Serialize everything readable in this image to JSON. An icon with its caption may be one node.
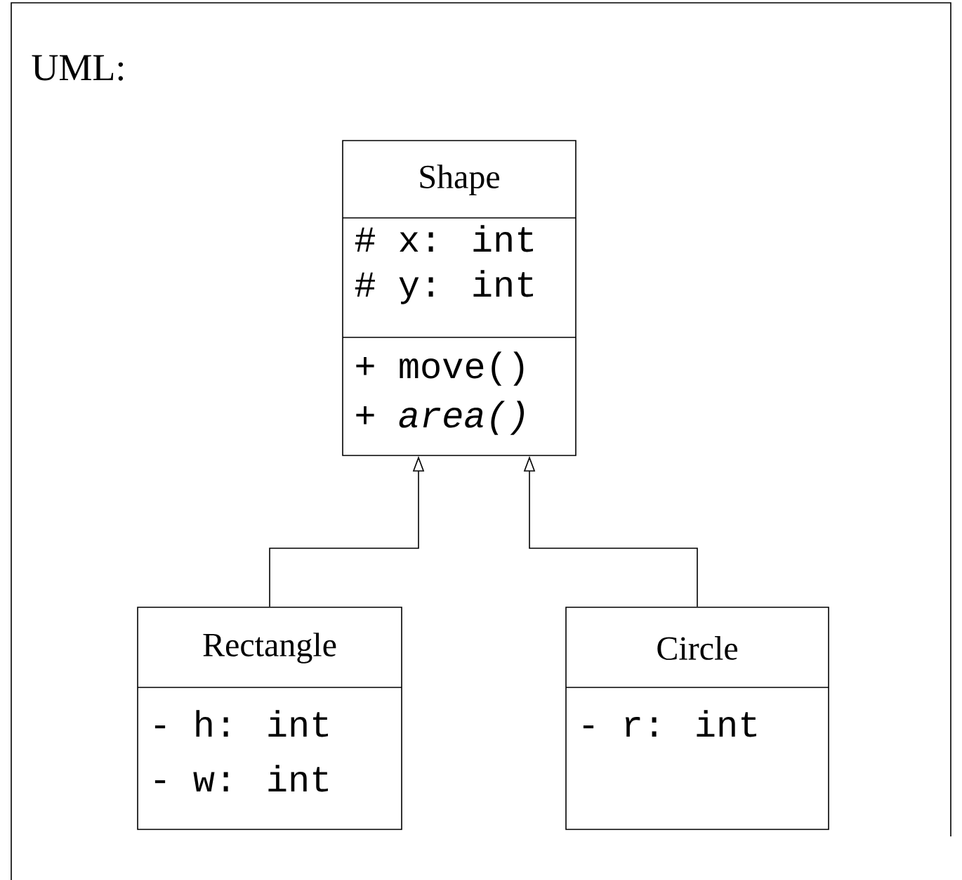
{
  "diagram": {
    "nodes": [
      {
        "text": [
          "Shape",
          "# x: int",
          "# y: int",
          "+ move()",
          "+ *area()*"
        ]
      },
      {
        "text": [
          "Rectangle",
          "- h: int",
          "- w: int"
        ]
      },
      {
        "text": [
          "Circle",
          "- r: int"
        ]
      }
    ],
    "edges": [
      {
        "from": 1,
        "to": 0,
        "arrow": "to"
      },
      {
        "from": 2,
        "to": 0,
        "arrow": "to"
      }
    ],
    "labels": [
      "UML:"
    ]
  }
}
